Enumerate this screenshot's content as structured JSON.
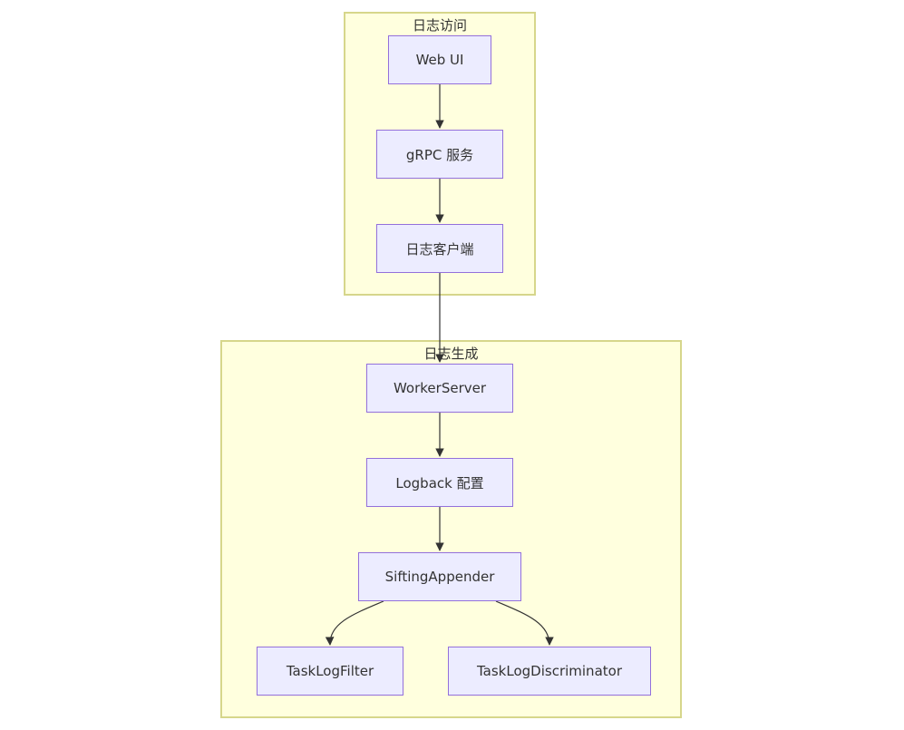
{
  "clusters": {
    "access": {
      "title": "日志访问"
    },
    "generation": {
      "title": "日志生成"
    }
  },
  "nodes": {
    "web_ui": "Web UI",
    "grpc_service": "gRPC 服务",
    "log_client": "日志客户端",
    "worker_server": "WorkerServer",
    "logback_config": "Logback 配置",
    "sifting_appender": "SiftingAppender",
    "task_log_filter": "TaskLogFilter",
    "task_log_discriminator": "TaskLogDiscriminator"
  },
  "colors": {
    "cluster_fill": "#ffffde",
    "cluster_border": "#d6d68b",
    "node_fill": "#ececff",
    "node_border": "#9370db",
    "edge": "#333333"
  }
}
